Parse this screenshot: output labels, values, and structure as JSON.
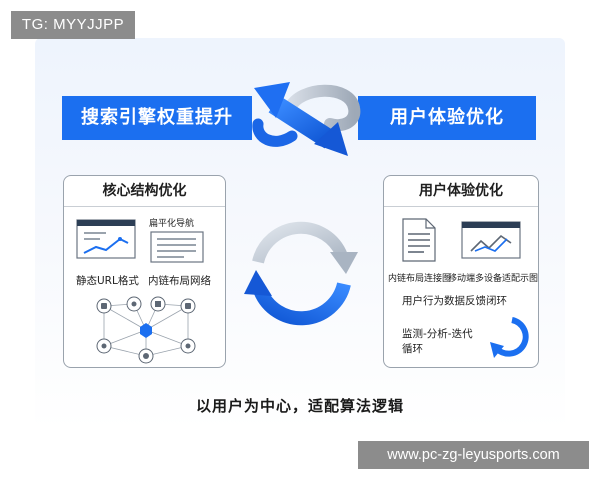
{
  "watermark_top": "TG: MYYJJPP",
  "watermark_bottom": "www.pc-zg-leyusports.com",
  "banner": {
    "left": "搜索引擎权重提升",
    "right": "用户体验优化"
  },
  "left_card": {
    "title": "核心结构优化",
    "flat_nav_label": "扁平化导航",
    "static_url_label": "静态URL格式",
    "internal_layout_label": "内链布局网络"
  },
  "right_card": {
    "title": "用户体验优化",
    "internal_link_label": "内链布局连接图",
    "mobile_label": "移动端多设备适配示图",
    "feedback_label": "用户行为数据反馈闭环",
    "cycle_line1": "监测-分析-迭代",
    "cycle_line2": "循环"
  },
  "footer_caption": "以用户为中心，适配算法逻辑",
  "colors": {
    "brand_blue": "#1b6ff0",
    "gray_arrow": "#b5bfcc",
    "card_border": "#9aa3ad"
  },
  "icons": [
    "infinity-loop-icon",
    "refresh-cycle-icon",
    "browser-chart-icon",
    "list-doc-icon",
    "network-graph-icon",
    "document-icon",
    "browser-trend-icon",
    "circular-arrow-icon"
  ]
}
